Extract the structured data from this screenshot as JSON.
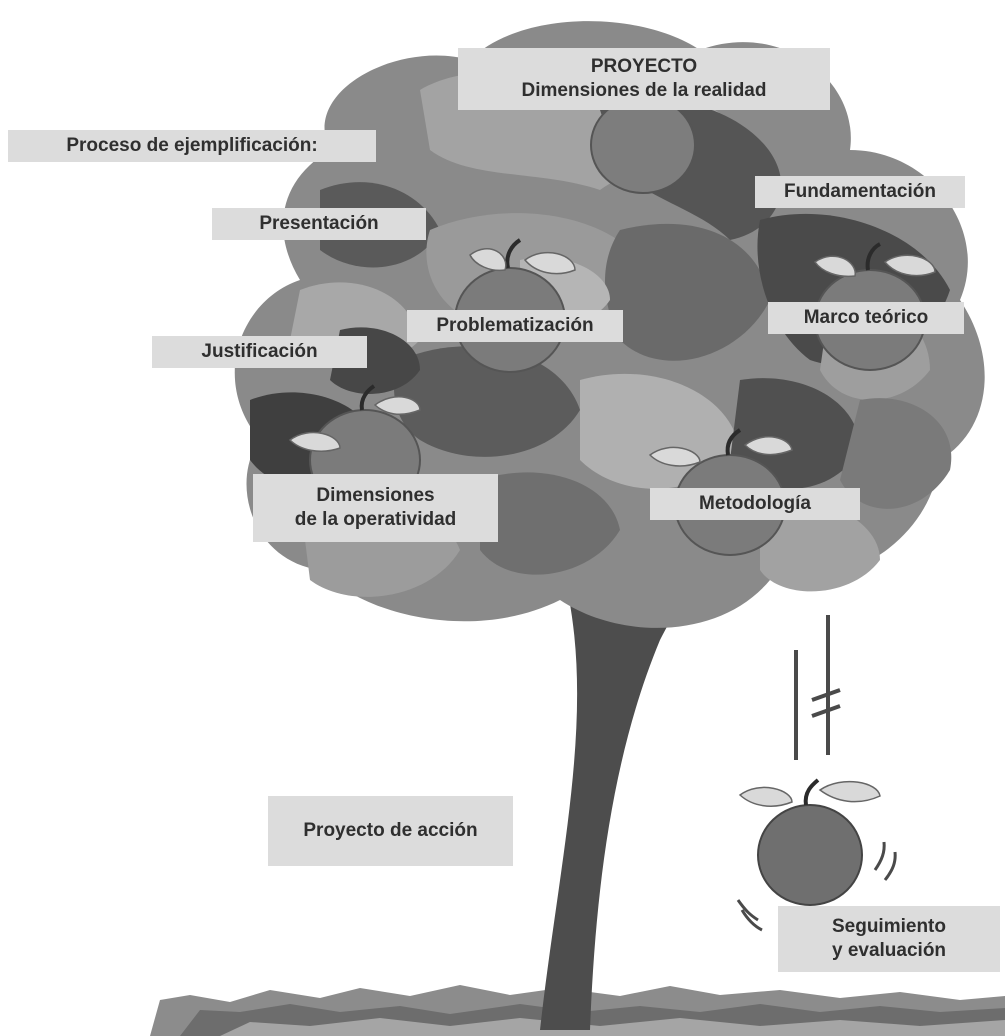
{
  "diagram": {
    "process_title": "Proceso de ejemplificación:",
    "project": {
      "line1": "PROYECTO",
      "line2": "Dimensiones de la realidad"
    },
    "presentation": "Presentación",
    "foundation": "Fundamentación",
    "problematization": "Problematización",
    "theoretical_framework": "Marco teórico",
    "justification": "Justificación",
    "operativity": {
      "line1": "Dimensiones",
      "line2": "de la operatividad"
    },
    "methodology": "Metodología",
    "action_project": "Proyecto de acción",
    "monitoring": {
      "line1": "Seguimiento",
      "line2": "y evaluación"
    }
  }
}
